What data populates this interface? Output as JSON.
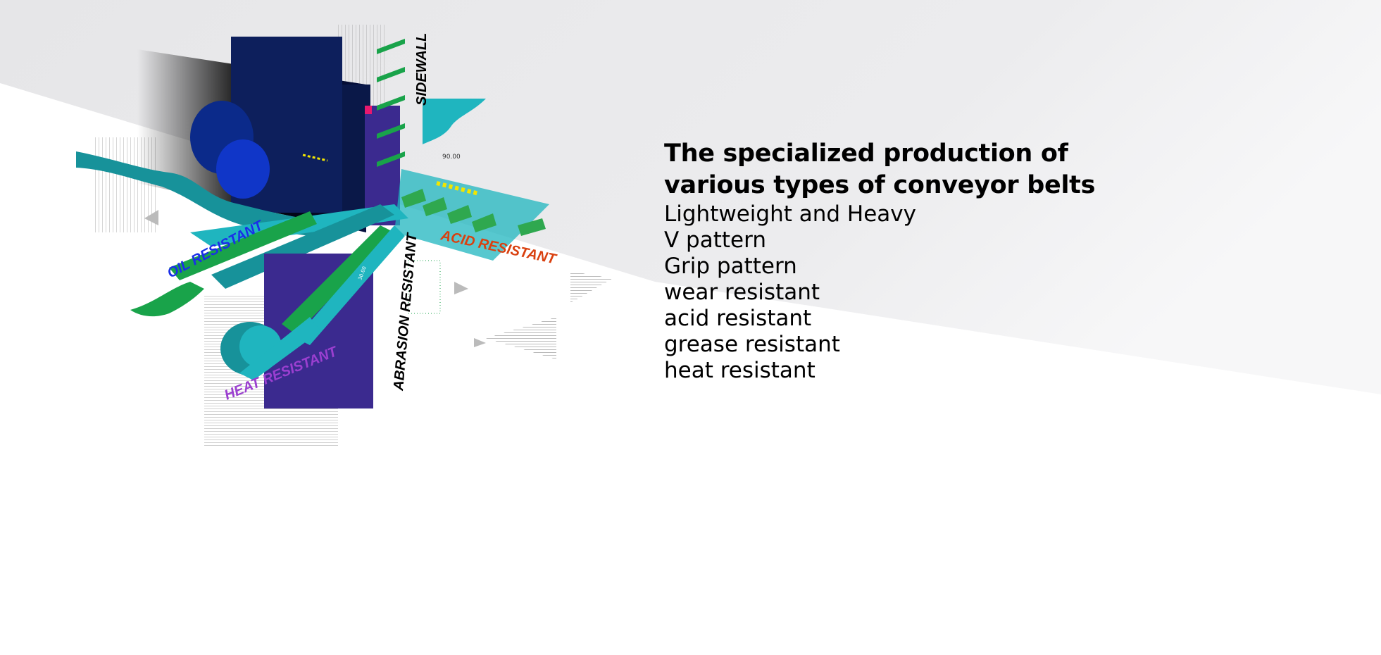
{
  "headline": {
    "line1": "The specialized production of",
    "line2": "various types of conveyor belts"
  },
  "features": [
    "Lightweight and Heavy",
    "V pattern",
    "Grip pattern",
    "wear resistant",
    "acid resistant",
    "grease resistant",
    "heat resistant"
  ],
  "illustration": {
    "labels": {
      "sidewall": "SIDEWALL",
      "oil": "OIL RESISTANT",
      "acid": "ACID RESISTANT",
      "abrasion": "ABRASION RESISTANT",
      "heat": "HEAT RESISTANT",
      "angle_90": "90.00",
      "angle_30": "30.00"
    },
    "colors": {
      "navy": "#0d1f5c",
      "purple": "#3b2a8f",
      "teal": "#1fb5bf",
      "green": "#19a34a",
      "oil": "#1a2ee8",
      "acid": "#d9400f",
      "heat": "#9b3fd0",
      "pink": "#e8186e",
      "yellow": "#f2e600"
    }
  }
}
